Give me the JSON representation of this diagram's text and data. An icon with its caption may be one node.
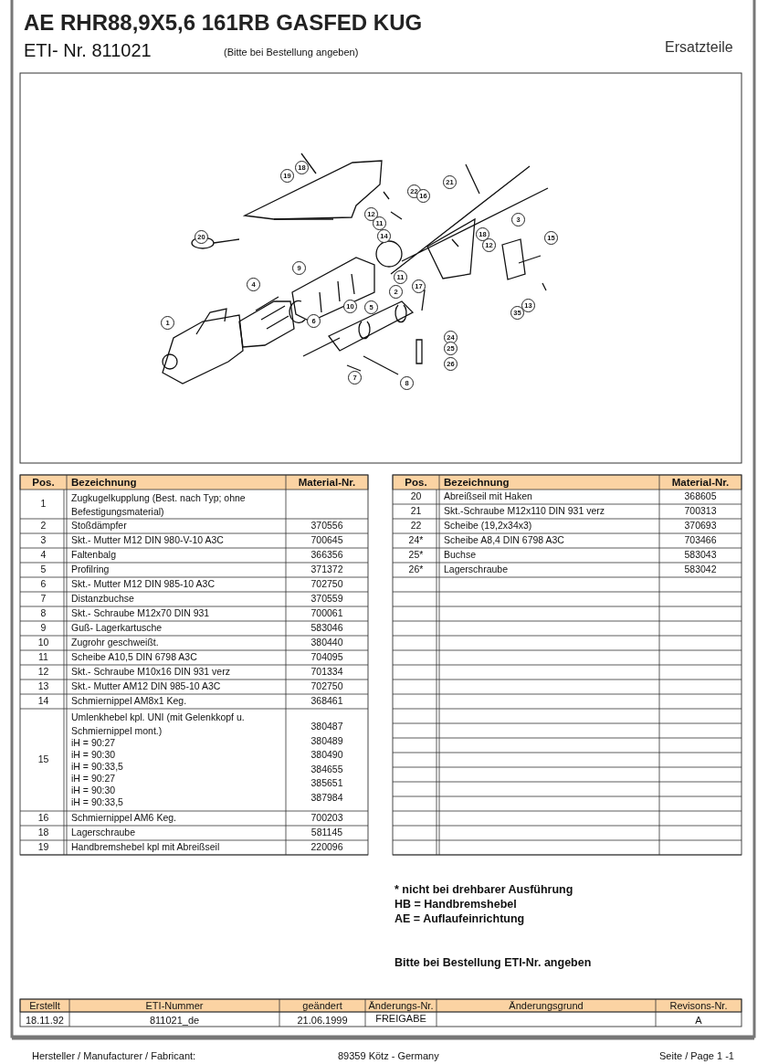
{
  "diagram": {
    "title": "AE RHR88,9X5,6 161RB GASFED KUG",
    "labels": [
      "ETI- Nr.  811021",
      "(Bitte bei Bestellung angeben)",
      "Ersatzteile",
      "19",
      "18",
      "22",
      "16",
      "21",
      "20",
      "12",
      "11",
      "14",
      "18",
      "12",
      "3",
      "15",
      "1",
      "4",
      "9",
      "6",
      "10",
      "5",
      "2",
      "11",
      "17",
      "35",
      "13",
      "24",
      "25",
      "26",
      "7",
      "8",
      "Pos.",
      "Bezeichnung",
      "Material-Nr.",
      "1",
      "Zugkugelkupplung (Best. nach Typ; ohne Befestigungsmaterial)",
      "2",
      "Stoßdämpfer",
      "370556",
      "3",
      "Skt.- Mutter M12 DIN 980-V-10 A3C",
      "700645",
      "4",
      "Faltenbalg",
      "366356",
      "5",
      "Profilring",
      "371372",
      "6",
      "Skt.- Mutter M12 DIN 985-10 A3C",
      "702750",
      "7",
      "Distanzbuchse",
      "370559",
      "8",
      "Skt.- Schraube M12x70 DIN 931",
      "700061",
      "9",
      "Guß- Lagerkartusche",
      "583046",
      "10",
      "Zugrohr geschweißt.",
      "380440",
      "11",
      "Scheibe A10,5 DIN 6798 A3C",
      "704095",
      "12",
      "Skt.- Schraube M10x16 DIN 931 verz",
      "701334",
      "13",
      "Skt.- Mutter AM12 DIN 985-10 A3C",
      "702750",
      "14",
      "Schmiernippel AM8x1 Keg.",
      "368461",
      "15",
      "Umlenkhebel kpl. UNI (mit Gelenkkopf u. Schmiernippel mont.)",
      "iH = 90:27",
      "iH = 90:30",
      "iH = 90:33,5",
      "iH = 90:27",
      "iH = 90:30",
      "iH = 90:33,5",
      "380487",
      "380489",
      "380490",
      "384655",
      "385651",
      "387984",
      "16",
      "Schmiernippel AM6 Keg.",
      "700203",
      "18",
      "Lagerschraube",
      "581145",
      "19",
      "Handbremshebel kpl mit Abreißseil",
      "220096",
      "Pos.",
      "Bezeichnung",
      "Material-Nr.",
      "20",
      "Abreißseil mit Haken",
      "368605",
      "21",
      "Skt.-Schraube M12x110 DIN 931 verz",
      "700313",
      "22",
      "Scheibe (19,2x34x3)",
      "370693",
      "24*",
      "Scheibe A8,4 DIN 6798 A3C",
      "703466",
      "25*",
      "Buchse",
      "583043",
      "26*",
      "Lagerschraube",
      "583042",
      "* nicht bei drehbarer Ausführung",
      "HB = Handbremshebel",
      "AE = Auflaufeinrichtung",
      "Bitte bei Bestellung ETI-Nr. angeben",
      "Erstellt",
      "ETI-Nummer",
      "geändert",
      "Änderungs-Nr.",
      "Änderungsgrund",
      "Revisons-Nr.",
      "18.11.92",
      "811021_de",
      "21.06.1999",
      "FREIGABE",
      "A",
      "Hersteller / Manufacturer / Fabricant:",
      "89359 Kötz - Germany",
      "Seite / Page  1 -1"
    ]
  }
}
